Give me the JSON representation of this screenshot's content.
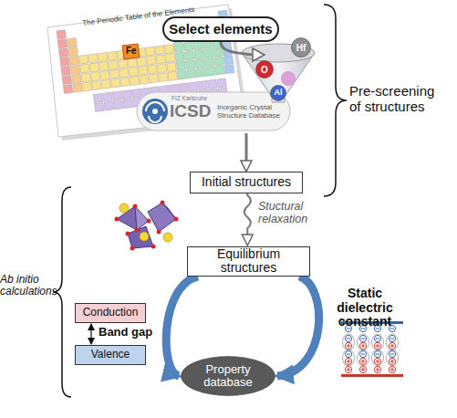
{
  "diagram": {
    "nodes": [
      {
        "text": [
          "Select elements"
        ]
      },
      {
        "text": [
          "Hf"
        ]
      },
      {
        "text": [
          "O"
        ]
      },
      {
        "text": [
          "Al"
        ]
      },
      {
        "text": [
          "Initial structures"
        ]
      },
      {
        "text": [
          "Equilibrium structures"
        ]
      },
      {
        "text": [
          "Conduction"
        ]
      },
      {
        "text": [
          "Valence"
        ]
      },
      {
        "text": [
          "Property database"
        ]
      }
    ],
    "edges": [
      {
        "from": 0,
        "to": 4,
        "arrow": "to"
      },
      {
        "from": 4,
        "to": 5,
        "arrow": "to",
        "label": "Stuctural relaxation"
      },
      {
        "from": 5,
        "to": 8,
        "arrow": "to",
        "label": "Band gap"
      },
      {
        "from": 5,
        "to": 8,
        "arrow": "to",
        "label": "Static dielectric constant"
      },
      {
        "from": 6,
        "to": 7,
        "arrow": "both"
      }
    ],
    "labels": [
      "The Periodic Table of the Elements",
      "Fe",
      "FIZ Karlsruhe",
      "ICSD",
      "Inorganic Crystal Structure Database",
      "Pre-screening of structures",
      "Ab initio calculations"
    ]
  }
}
